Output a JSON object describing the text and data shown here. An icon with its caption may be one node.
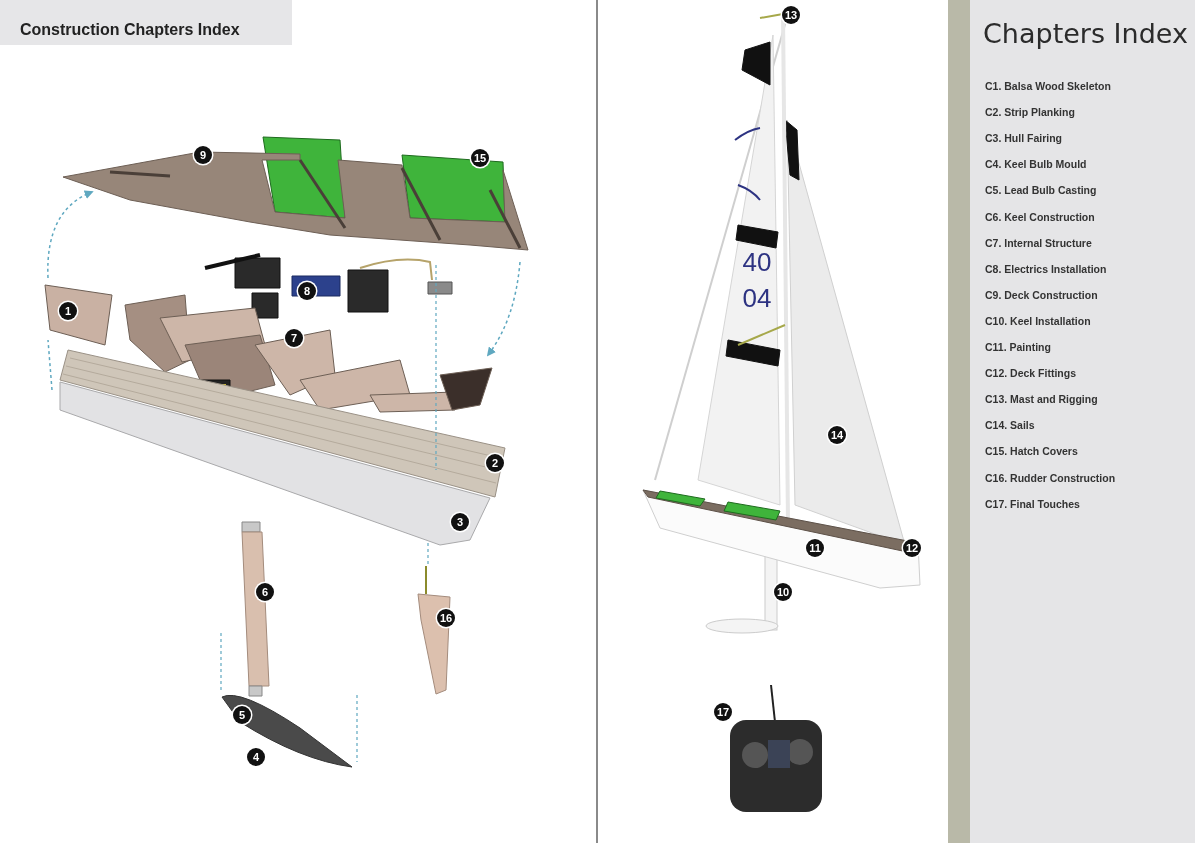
{
  "diagram": {
    "title": "Construction Chapters Index",
    "labels": [
      "9",
      "15",
      "8",
      "1",
      "7",
      "2",
      "3",
      "6",
      "16",
      "5",
      "4",
      "13",
      "40",
      "04",
      "14",
      "11",
      "12",
      "10",
      "17",
      "Chapters Index",
      "C1. Balsa Wood Skeleton",
      "C2. Strip Planking",
      "C3. Hull Fairing",
      "C4. Keel Bulb Mould",
      "C5. Lead Bulb Casting",
      "C6. Keel Construction",
      "C7. Internal Structure",
      "C8. Electrics Installation",
      "C9. Deck Construction",
      "C10. Keel Installation",
      "C11. Painting",
      "C12. Deck Fittings",
      "C13. Mast and Rigging",
      "C14. Sails",
      "C15. Hatch Covers",
      "C16. Rudder Construction",
      "C17. Final Touches"
    ]
  }
}
